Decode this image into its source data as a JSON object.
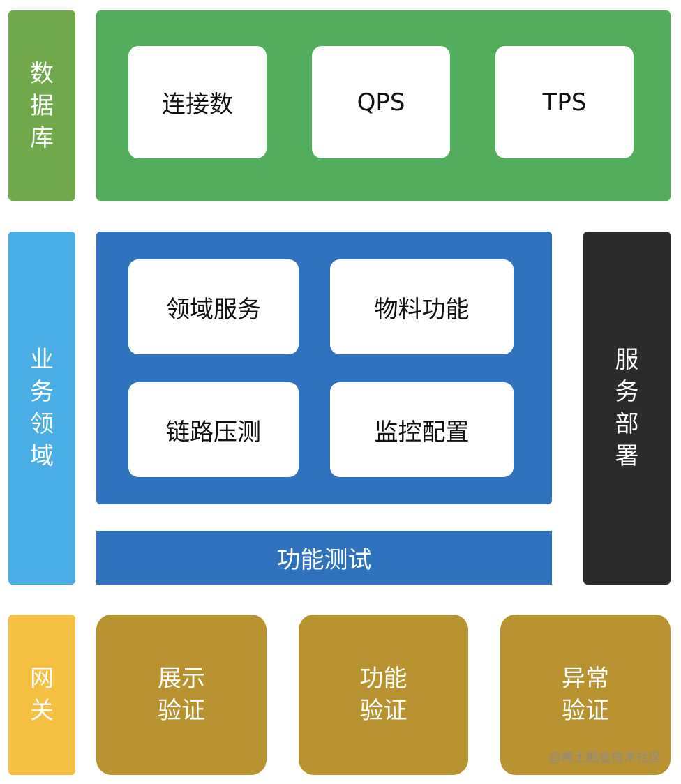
{
  "colors": {
    "database": "#70a84c",
    "database_panel": "#52ae5b",
    "business": "#4aaee6",
    "business_panel": "#2f72be",
    "deploy": "#2b2b2b",
    "gateway": "#f5c042",
    "gateway_cards": "#b8922e"
  },
  "database": {
    "label": "数据库",
    "items": [
      "连接数",
      "QPS",
      "TPS"
    ]
  },
  "business": {
    "label": "业务领域",
    "items": [
      "领域服务",
      "物料功能",
      "链路压测",
      "监控配置"
    ],
    "bar_label": "功能测试"
  },
  "deploy": {
    "label": "服务部署"
  },
  "gateway": {
    "label": "网关",
    "items": [
      "展示验证",
      "功能验证",
      "异常验证"
    ]
  },
  "watermark": "@稀土掘金技术社区"
}
